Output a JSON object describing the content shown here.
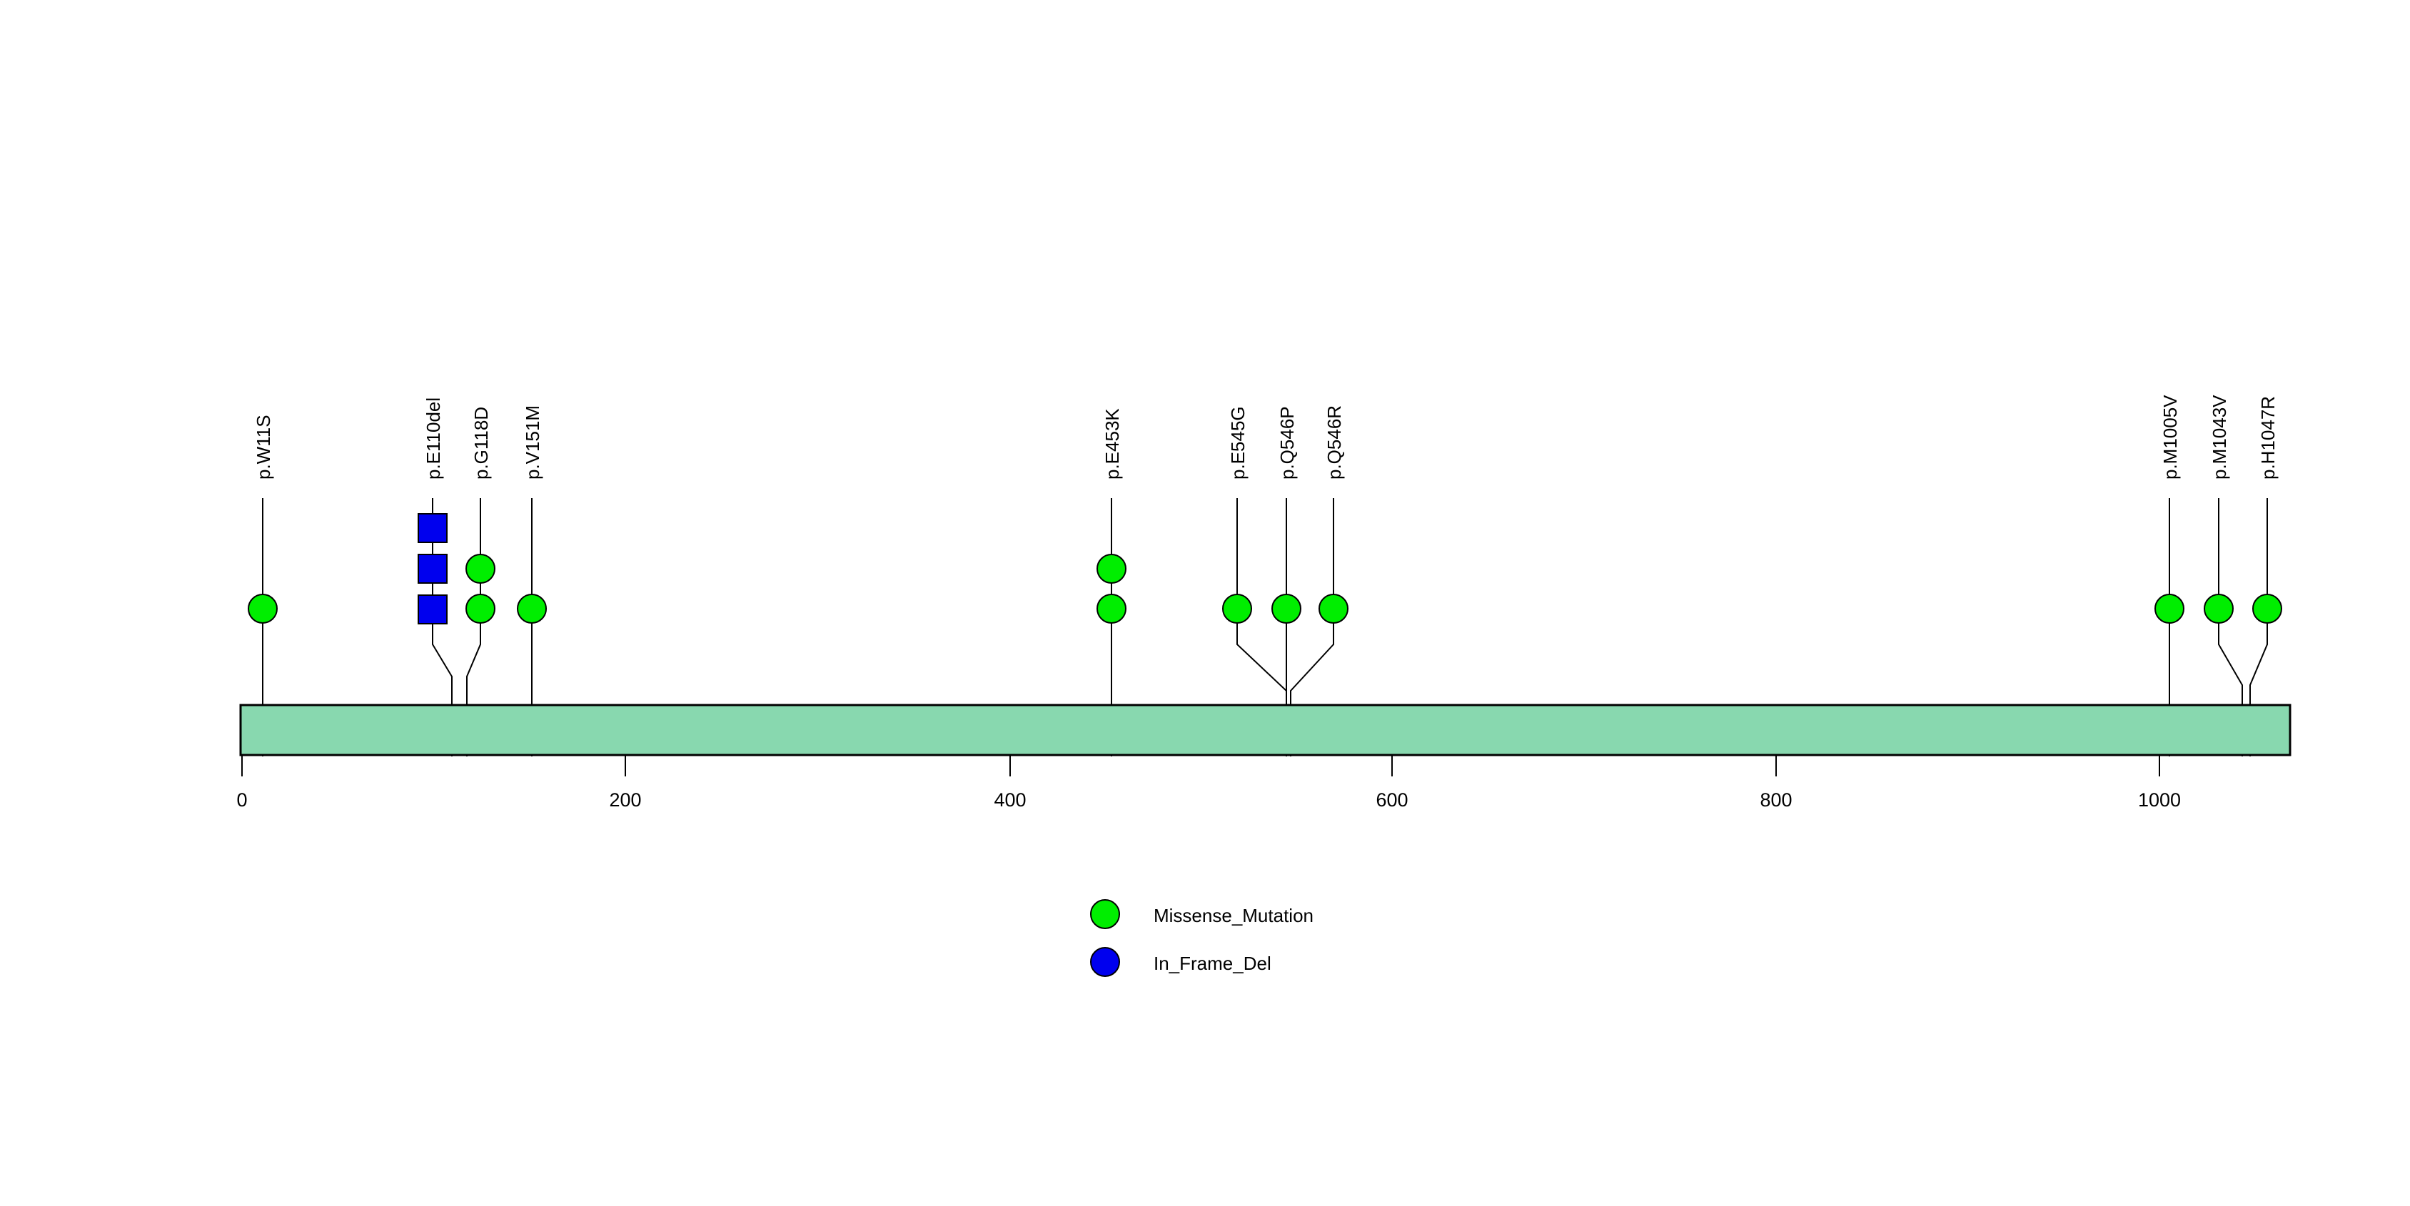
{
  "chart_data": {
    "type": "lollipop",
    "title": "",
    "xlabel": "",
    "ylabel": "",
    "xlim": [
      0,
      1068
    ],
    "grid": false,
    "protein": {
      "length": 1068,
      "bar_color": "#88D8AF",
      "bar_border": "#000000"
    },
    "axis": {
      "ticks": [
        0,
        200,
        400,
        600,
        800,
        1000
      ],
      "tick_labels": [
        "0",
        "200",
        "400",
        "600",
        "800",
        "1000"
      ]
    },
    "legend": {
      "position": "bottom-center",
      "entries": [
        {
          "label": "Missense_Mutation",
          "color": "#00EE00",
          "shape": "circle"
        },
        {
          "label": "In_Frame_Del",
          "color": "#0000EE",
          "shape": "circle"
        }
      ]
    },
    "mutations": [
      {
        "label": "p.W11S",
        "position": 11,
        "count": 1,
        "type": "Missense_Mutation",
        "color": "#00EE00",
        "shape": "circle"
      },
      {
        "label": "p.E110del",
        "position": 110,
        "count": 3,
        "type": "In_Frame_Del",
        "color": "#0000EE",
        "shape": "square"
      },
      {
        "label": "p.G118D",
        "position": 118,
        "count": 2,
        "type": "Missense_Mutation",
        "color": "#00EE00",
        "shape": "circle"
      },
      {
        "label": "p.V151M",
        "position": 151,
        "count": 1,
        "type": "Missense_Mutation",
        "color": "#00EE00",
        "shape": "circle"
      },
      {
        "label": "p.E453K",
        "position": 453,
        "count": 2,
        "type": "Missense_Mutation",
        "color": "#00EE00",
        "shape": "circle"
      },
      {
        "label": "p.E545G",
        "position": 545,
        "count": 1,
        "type": "Missense_Mutation",
        "color": "#00EE00",
        "shape": "circle"
      },
      {
        "label": "p.Q546P",
        "position": 546,
        "count": 1,
        "type": "Missense_Mutation",
        "color": "#00EE00",
        "shape": "circle"
      },
      {
        "label": "p.Q546R",
        "position": 546,
        "count": 1,
        "type": "Missense_Mutation",
        "color": "#00EE00",
        "shape": "circle"
      },
      {
        "label": "p.M1005V",
        "position": 1005,
        "count": 1,
        "type": "Missense_Mutation",
        "color": "#00EE00",
        "shape": "circle"
      },
      {
        "label": "p.M1043V",
        "position": 1043,
        "count": 1,
        "type": "Missense_Mutation",
        "color": "#00EE00",
        "shape": "circle"
      },
      {
        "label": "p.H1047R",
        "position": 1047,
        "count": 1,
        "type": "Missense_Mutation",
        "color": "#00EE00",
        "shape": "circle"
      }
    ]
  },
  "labels": {
    "w11s": "p.W11S",
    "e110del": "p.E110del",
    "g118d": "p.G118D",
    "v151m": "p.V151M",
    "e453k": "p.E453K",
    "e545g": "p.E545G",
    "q546p": "p.Q546P",
    "q546r": "p.Q546R",
    "m1005v": "p.M1005V",
    "m1043v": "p.M1043V",
    "h1047r": "p.H1047R"
  },
  "ticks": {
    "t0": "0",
    "t200": "200",
    "t400": "400",
    "t600": "600",
    "t800": "800",
    "t1000": "1000"
  },
  "legend": {
    "missense": "Missense_Mutation",
    "inframedel": "In_Frame_Del"
  }
}
